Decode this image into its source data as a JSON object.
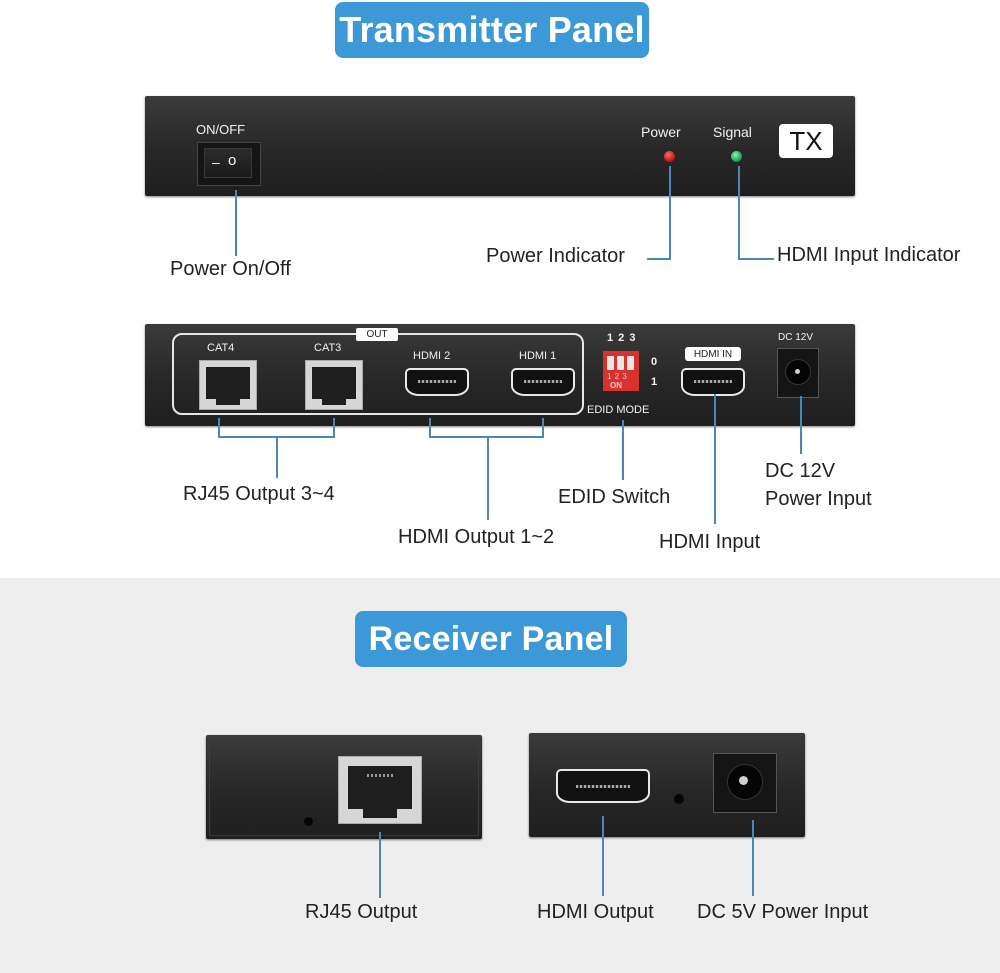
{
  "transmitter": {
    "title": "Transmitter Panel",
    "front": {
      "power_switch_label": "ON/OFF",
      "switch_off_glyph": "–",
      "switch_on_glyph": "o",
      "led_power_label": "Power",
      "led_signal_label": "Signal",
      "tx_badge": "TX",
      "led_power_color": "#c0201c",
      "led_signal_color": "#1fa65a"
    },
    "rear": {
      "out_label": "OUT",
      "ports": [
        "CAT4",
        "CAT3",
        "HDMI 2",
        "HDMI 1"
      ],
      "dip_numbers": "1 2 3",
      "dip_on_numbers": "1 2 3",
      "dip_on_text": "ON",
      "dip_state_0": "0",
      "dip_state_1": "1",
      "edid_label": "EDID MODE",
      "hdmi_in_label": "HDMI IN",
      "dc_label": "DC 12V"
    },
    "callouts": {
      "power_onoff": "Power On/Off",
      "power_indicator": "Power Indicator",
      "hdmi_input_indicator": "HDMI Input Indicator",
      "rj45_output": "RJ45 Output 3~4",
      "hdmi_output": "HDMI Output 1~2",
      "edid_switch": "EDID Switch",
      "hdmi_input": "HDMI Input",
      "dc_power_line1": "DC 12V",
      "dc_power_line2": "Power Input"
    }
  },
  "receiver": {
    "title": "Receiver Panel",
    "callouts": {
      "rj45_output": "RJ45 Output",
      "hdmi_output": "HDMI Output",
      "dc_power": "DC 5V Power Input"
    }
  },
  "colors": {
    "title_bg": "#3d98d8",
    "callout_line": "#4a87b5",
    "lower_bg": "#eeeeee"
  }
}
